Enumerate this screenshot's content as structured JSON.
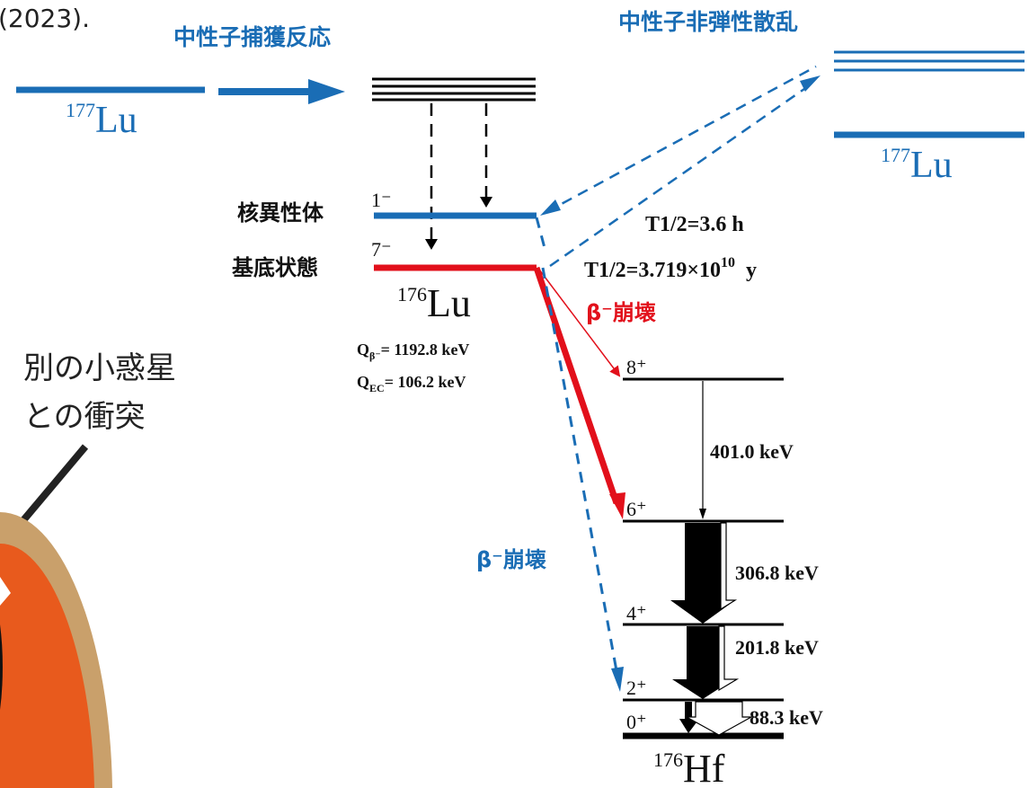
{
  "caption_fragment": "(2023).",
  "processes": {
    "capture_title": "中性子捕獲反応",
    "inelastic_title": "中性子非弾性散乱",
    "beta_red_label": "β⁻崩壊",
    "beta_blue_label": "β⁻崩壊"
  },
  "lu177_left": {
    "mass": "177",
    "symbol": "Lu"
  },
  "lu177_right": {
    "mass": "177",
    "symbol": "Lu"
  },
  "lu176": {
    "mass": "176",
    "symbol": "Lu",
    "isomer_label": "核異性体",
    "isomer_spin": "1⁻",
    "isomer_halflife": "T1/2=3.6 h",
    "ground_label": "基底状態",
    "ground_spin": "7⁻",
    "ground_halflife_base": "T1/2=3.719×10",
    "ground_halflife_exp": "10",
    "ground_halflife_unit": "y",
    "q_beta_prefix": "Q",
    "q_beta_sub": "β⁻",
    "q_beta_value": "= 1192.8 keV",
    "q_ec_prefix": "Q",
    "q_ec_sub": "EC",
    "q_ec_value": "= 106.2 keV"
  },
  "hf176": {
    "mass": "176",
    "symbol": "Hf",
    "levels": [
      {
        "spin": "8⁺"
      },
      {
        "spin": "6⁺"
      },
      {
        "spin": "4⁺"
      },
      {
        "spin": "2⁺"
      },
      {
        "spin": "0⁺"
      }
    ],
    "transitions": [
      {
        "energy": "401.0 keV"
      },
      {
        "energy": "306.8 keV"
      },
      {
        "energy": "201.8 keV"
      },
      {
        "energy": "88.3 keV"
      }
    ]
  },
  "asteroid_note": {
    "line1": "別の小惑星",
    "line2": "との衝突"
  },
  "colors": {
    "blue": "#1a6db5",
    "red": "#e2101b",
    "black": "#000000",
    "orange": "#e85a1d",
    "tan": "#c9a06b"
  }
}
